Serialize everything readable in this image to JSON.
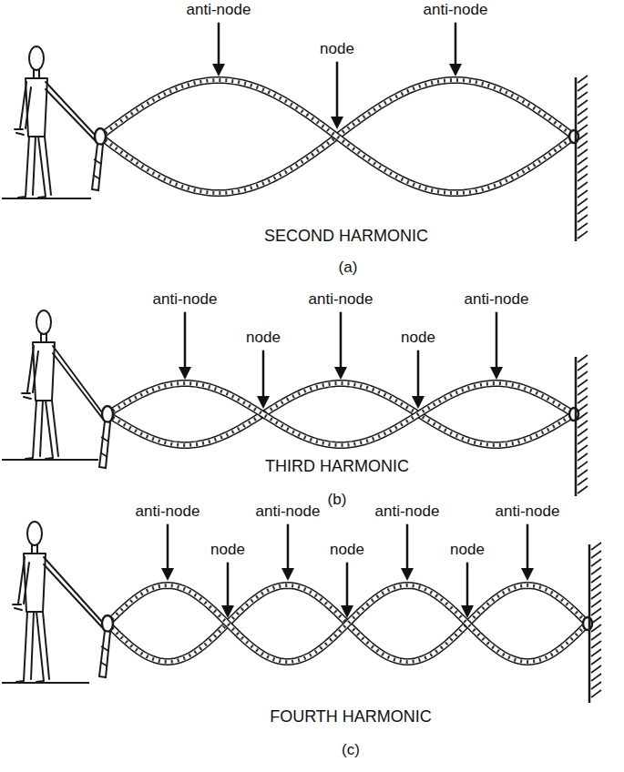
{
  "diagram": {
    "labels": [
      "anti-node",
      "anti-node",
      "node",
      "SECOND HARMONIC",
      "(a)",
      "anti-node",
      "anti-node",
      "anti-node",
      "node",
      "node",
      "THIRD HARMONIC",
      "(b)",
      "anti-node",
      "anti-node",
      "anti-node",
      "anti-node",
      "node",
      "node",
      "node",
      "FOURTH HARMONIC",
      "(c)"
    ]
  }
}
